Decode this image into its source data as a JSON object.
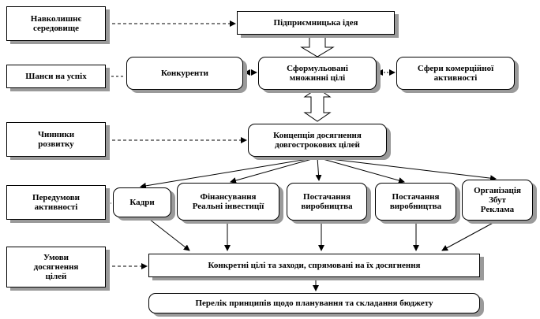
{
  "left_column": {
    "env": "Навколишнє\nсередовище",
    "chances": "Шанси на успіх",
    "factors": "Чинники\nрозвитку",
    "prereq": "Передумови\nактивності",
    "conditions": "Умови\nдосягнення\nцілей"
  },
  "main": {
    "idea": "Підприємницька  ідея",
    "competitors": "Конкуренти",
    "goals": "Сформульовані\nмножинні цілі",
    "spheres": "Сфери комерційної\nактивності",
    "concept": "Концепція  досягнення\nдовгострокових цілей",
    "specific": "Конкретні цілі  та заходи, спрямовані на їх досягнення",
    "list": "Перелік принципів  щодо планування  та складання бюджету"
  },
  "prereq_items": {
    "staff": "Кадри",
    "finance": "Фінансування\nРеальні інвестиції",
    "supply1": "Постачання\nвиробництва",
    "supply2": "Постачання\nвиробництва",
    "org": "Організація\nЗбут\nРеклама"
  }
}
